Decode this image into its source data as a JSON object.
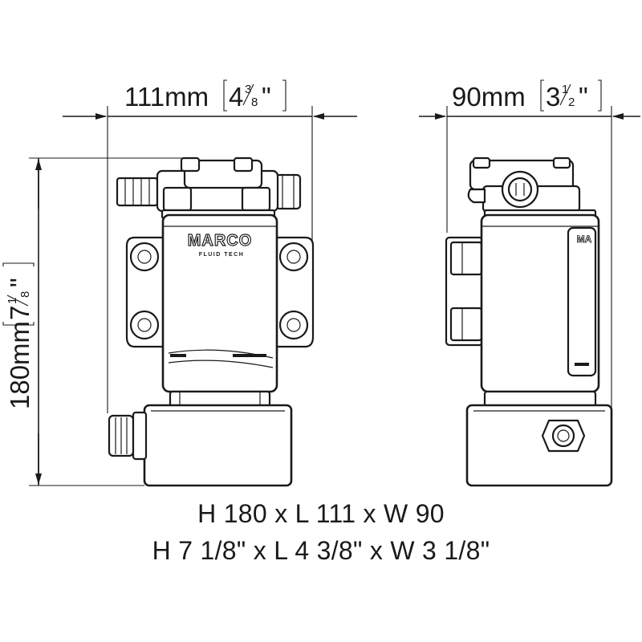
{
  "dimensions": {
    "front_width": {
      "metric": "111mm",
      "imperial_whole": "4",
      "imperial_num": "3",
      "imperial_den": "8",
      "quote": "\""
    },
    "side_width": {
      "metric": "90mm",
      "imperial_whole": "3",
      "imperial_num": "1",
      "imperial_den": "2",
      "quote": "\""
    },
    "height": {
      "metric": "180mm",
      "imperial_whole": "7",
      "imperial_num": "1",
      "imperial_den": "8",
      "quote": "\""
    }
  },
  "product": {
    "brand": "MARCO",
    "brand_sub": "FLUID TECH"
  },
  "caption": {
    "metric": "H 180 x L 111 x W 90",
    "imperial": "H 7 1/8\" x L 4 3/8\" x W 3 1/8\""
  },
  "colors": {
    "line": "#1a1a1a",
    "background": "#ffffff"
  }
}
